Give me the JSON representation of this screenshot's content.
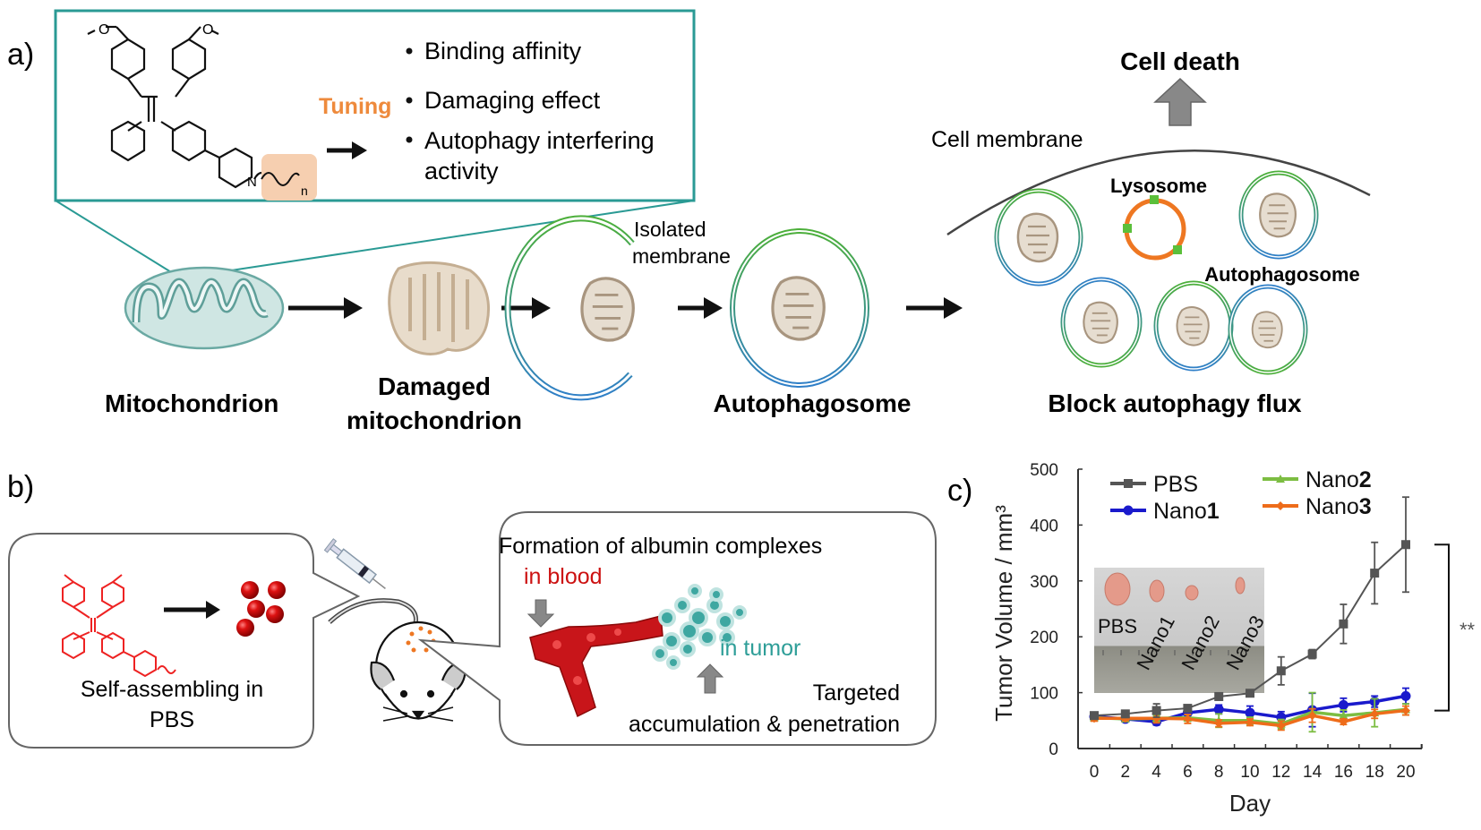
{
  "panel_a": {
    "label": "a)",
    "tuning_label": "Tuning",
    "properties": [
      "Binding affinity",
      "Damaging effect",
      "Autophagy interfering",
      "activity"
    ],
    "subscript_n": "n",
    "atom_n": "N",
    "steps": {
      "mitochondrion": "Mitochondrion",
      "damaged_line1": "Damaged",
      "damaged_line2": "mitochondrion",
      "isolated_line1": "Isolated",
      "isolated_line2": "membrane",
      "autophagosome": "Autophagosome",
      "block_flux": "Block autophagy flux"
    },
    "cell": {
      "cell_death": "Cell death",
      "cell_membrane": "Cell membrane",
      "lysosome": "Lysosome",
      "autophagosome": "Autophagosome"
    },
    "colors": {
      "teal": "#2a9a94",
      "tuning_orange": "#ee8a3c",
      "tuning_bg": "#f6cfb0",
      "lysosome": "#ee7722",
      "lysosome_dot": "#5bbf3a"
    }
  },
  "panel_b": {
    "label": "b)",
    "left_box": {
      "line1": "Self-assembling in",
      "line2": "PBS"
    },
    "right_box": {
      "title": "Formation of albumin complexes",
      "in_blood": "in blood",
      "in_tumor": "in tumor",
      "targeted_line1": "Targeted",
      "targeted_line2": "accumulation & penetration"
    },
    "colors": {
      "red": "#cc1111",
      "tumor_teal": "#2e9e98"
    }
  },
  "panel_c": {
    "label": "c)",
    "significance": "**",
    "inset_labels": [
      "PBS",
      "Nano1",
      "Nano2",
      "Nano3"
    ]
  },
  "chart_data": {
    "type": "line",
    "title": "",
    "xlabel": "Day",
    "ylabel": "Tumor Volume / mm³",
    "x": [
      0,
      2,
      4,
      6,
      8,
      10,
      12,
      14,
      16,
      18,
      20
    ],
    "xticks": [
      "0",
      "2",
      "4",
      "6",
      "8",
      "10",
      "12",
      "14",
      "16",
      "18",
      "20"
    ],
    "yticks": [
      "0",
      "100",
      "200",
      "300",
      "400",
      "500"
    ],
    "ylim": [
      0,
      500
    ],
    "grid": false,
    "legend_position": "top-left",
    "series": [
      {
        "name": "PBS",
        "legend_base": "PBS",
        "legend_bold": "",
        "color": "#555555",
        "marker": "square",
        "values": [
          59,
          62,
          68,
          72,
          93,
          99,
          139,
          169,
          223,
          314,
          365
        ],
        "errors": [
          6,
          6,
          12,
          4,
          5,
          5,
          25,
          8,
          35,
          55,
          85
        ]
      },
      {
        "name": "Nano1",
        "legend_base": "Nano",
        "legend_bold": "1",
        "color": "#1a1acc",
        "marker": "circle",
        "values": [
          57,
          53,
          48,
          64,
          70,
          64,
          56,
          69,
          78,
          84,
          94
        ],
        "errors": [
          5,
          4,
          6,
          4,
          8,
          12,
          10,
          30,
          12,
          10,
          14
        ]
      },
      {
        "name": "Nano2",
        "legend_base": "Nano",
        "legend_bold": "2",
        "color": "#7cbd42",
        "marker": "triangle",
        "values": [
          55,
          53,
          54,
          55,
          50,
          50,
          44,
          65,
          59,
          64,
          70
        ],
        "errors": [
          5,
          4,
          5,
          6,
          12,
          6,
          8,
          35,
          10,
          25,
          10
        ]
      },
      {
        "name": "Nano3",
        "legend_base": "Nano",
        "legend_bold": "3",
        "color": "#ee6c1a",
        "marker": "diamond",
        "values": [
          54,
          54,
          54,
          53,
          45,
          47,
          41,
          59,
          48,
          62,
          68
        ],
        "errors": [
          5,
          4,
          8,
          8,
          6,
          6,
          8,
          12,
          5,
          8,
          8
        ]
      }
    ]
  }
}
